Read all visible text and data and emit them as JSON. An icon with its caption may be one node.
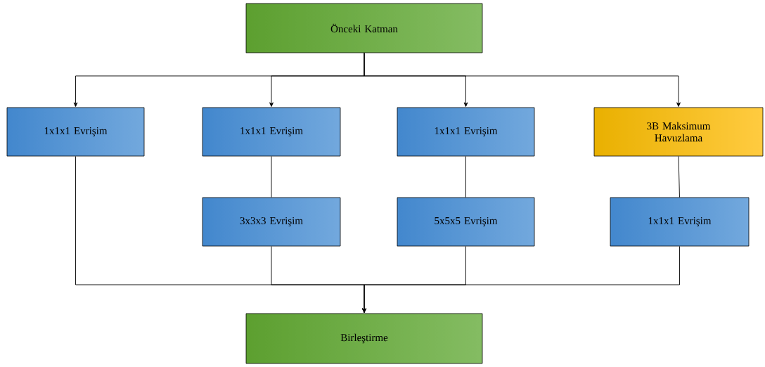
{
  "diagram": {
    "nodes": [
      {
        "text": [
          "Önceki Katman"
        ]
      },
      {
        "text": [
          "1x1x1 Evrişim"
        ]
      },
      {
        "text": [
          "1x1x1 Evrişim"
        ]
      },
      {
        "text": [
          "1x1x1 Evrişim"
        ]
      },
      {
        "text": [
          "3B Maksimum Havuzlama"
        ]
      },
      {
        "text": [
          "3x3x3 Evrişim"
        ]
      },
      {
        "text": [
          "5x5x5 Evrişim"
        ]
      },
      {
        "text": [
          "1x1x1 Evrişim"
        ]
      },
      {
        "text": [
          "Birleştirme"
        ]
      }
    ],
    "edges": [
      {
        "from": 0,
        "to": 1,
        "arrow": "to"
      },
      {
        "from": 0,
        "to": 2,
        "arrow": "to"
      },
      {
        "from": 0,
        "to": 3,
        "arrow": "to"
      },
      {
        "from": 0,
        "to": 4,
        "arrow": "to"
      },
      {
        "from": 2,
        "to": 5,
        "arrow": "none"
      },
      {
        "from": 3,
        "to": 6,
        "arrow": "none"
      },
      {
        "from": 4,
        "to": 7,
        "arrow": "none"
      },
      {
        "from": 1,
        "to": 8,
        "arrow": "to"
      },
      {
        "from": 5,
        "to": 8,
        "arrow": "to"
      },
      {
        "from": 6,
        "to": 8,
        "arrow": "to"
      },
      {
        "from": 7,
        "to": 8,
        "arrow": "to"
      }
    ]
  }
}
